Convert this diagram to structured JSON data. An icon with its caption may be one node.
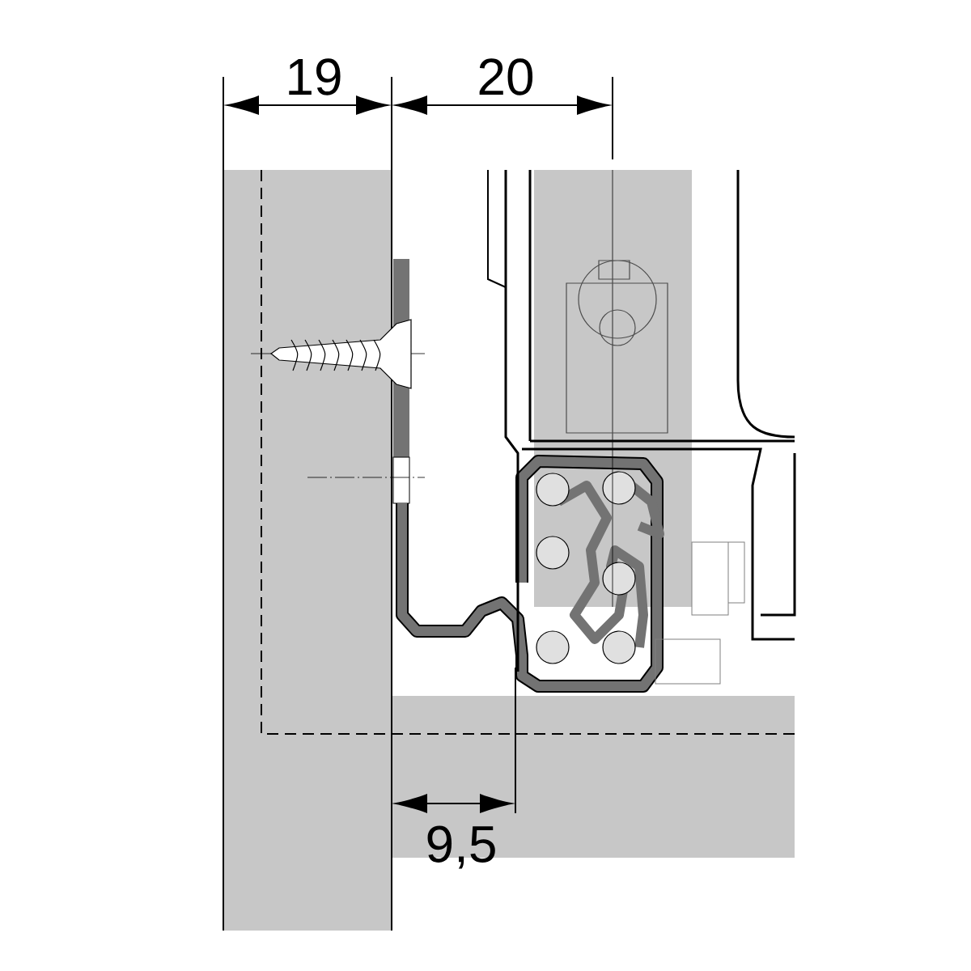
{
  "diagram": {
    "labels": [
      "19",
      "20",
      "9,5"
    ]
  }
}
